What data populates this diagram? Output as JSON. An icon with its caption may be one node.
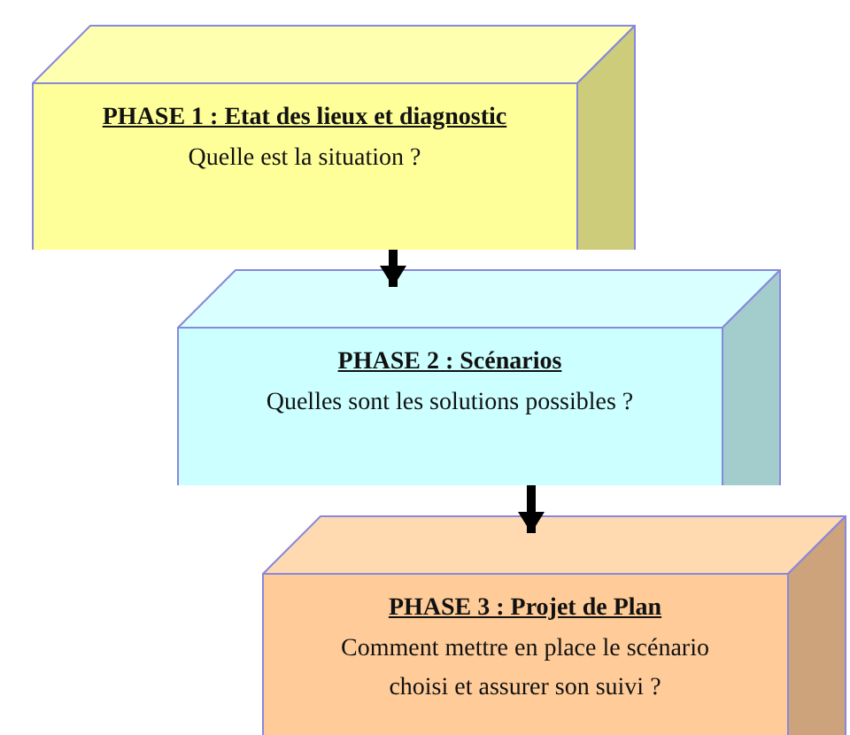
{
  "diagram": {
    "nodes": [
      {
        "text": [
          "PHASE 1 : Etat des lieux et diagnostic",
          "Quelle est la situation ?"
        ]
      },
      {
        "text": [
          "PHASE 2 : Scénarios",
          "Quelles sont les solutions possibles ?"
        ]
      },
      {
        "text": [
          "PHASE 3 : Projet de Plan",
          "Comment mettre en place le scénario choisi et assurer son suivi ?"
        ]
      }
    ],
    "edges": [
      {
        "from": 0,
        "to": 1,
        "arrow": "to"
      },
      {
        "from": 1,
        "to": 2,
        "arrow": "to"
      }
    ]
  }
}
